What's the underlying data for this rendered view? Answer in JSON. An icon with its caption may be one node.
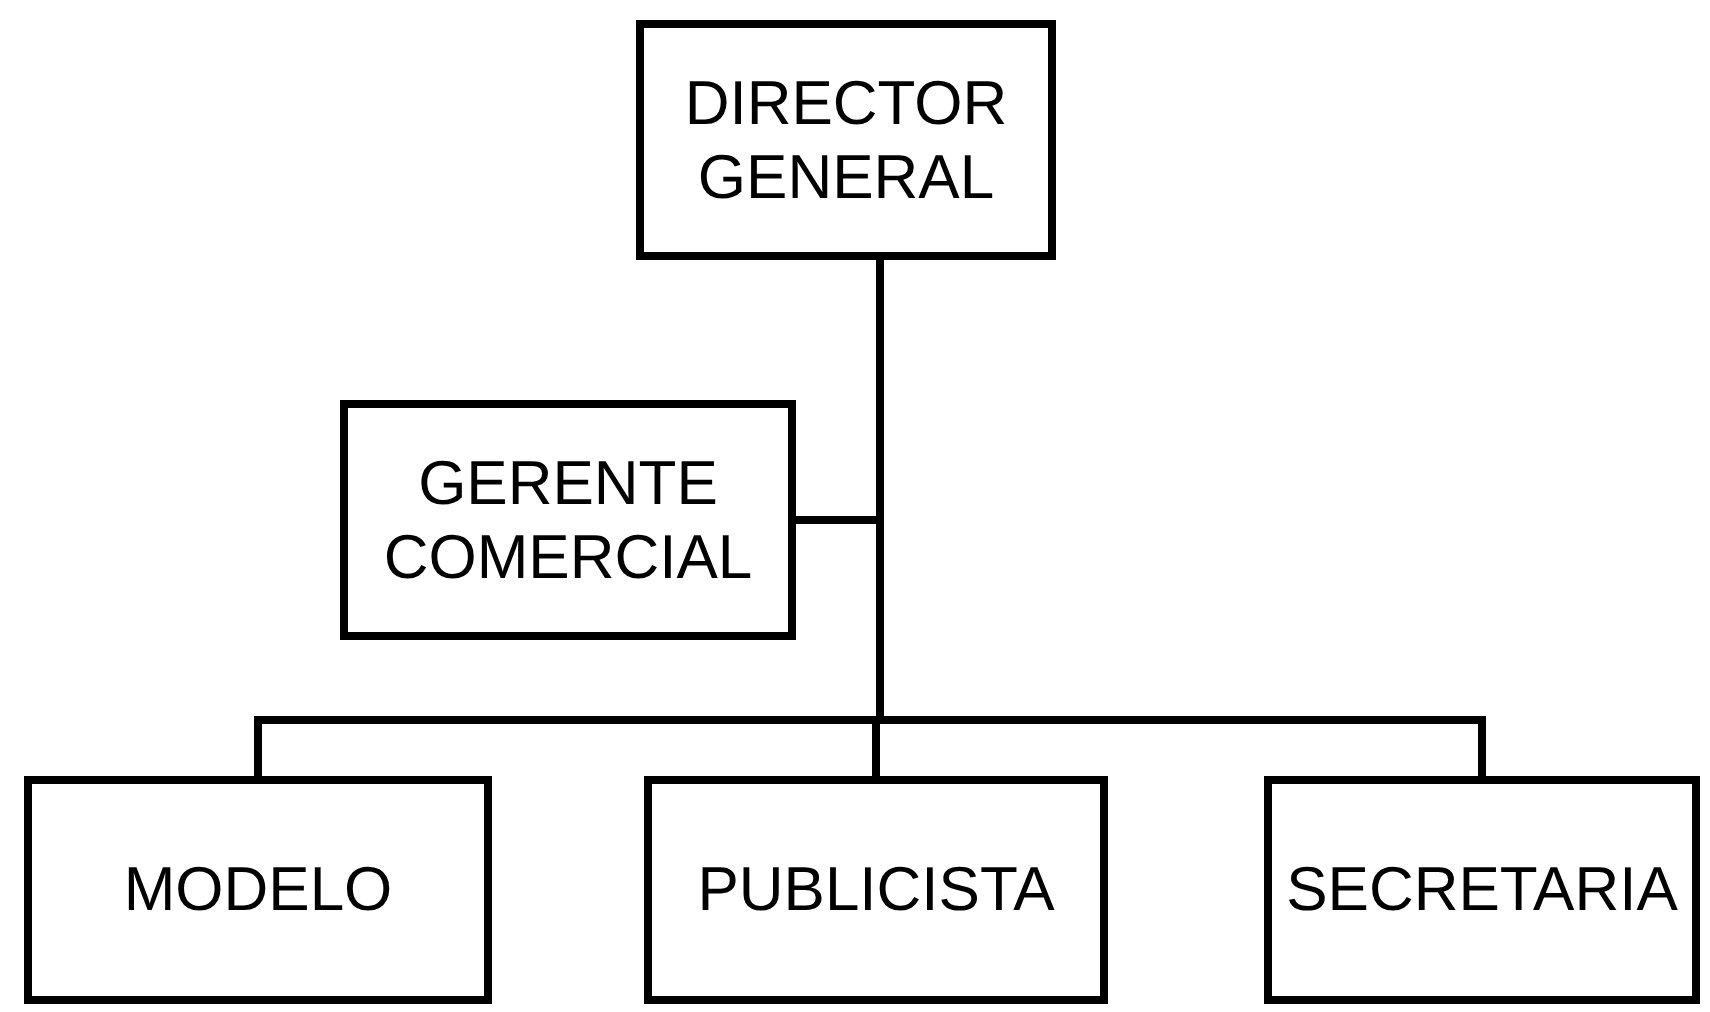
{
  "diagram": {
    "nodes": [
      {
        "text": [
          "DIRECTOR GENERAL"
        ]
      },
      {
        "text": [
          "GERENTE COMERCIAL"
        ]
      },
      {
        "text": [
          "MODELO"
        ]
      },
      {
        "text": [
          "PUBLICISTA"
        ]
      },
      {
        "text": [
          "SECRETARIA"
        ]
      }
    ],
    "edges": [
      {
        "from": 0,
        "to": 1,
        "arrow": "none"
      },
      {
        "from": 0,
        "to": 2,
        "arrow": "none"
      },
      {
        "from": 0,
        "to": 3,
        "arrow": "none"
      },
      {
        "from": 0,
        "to": 4,
        "arrow": "none"
      }
    ]
  }
}
